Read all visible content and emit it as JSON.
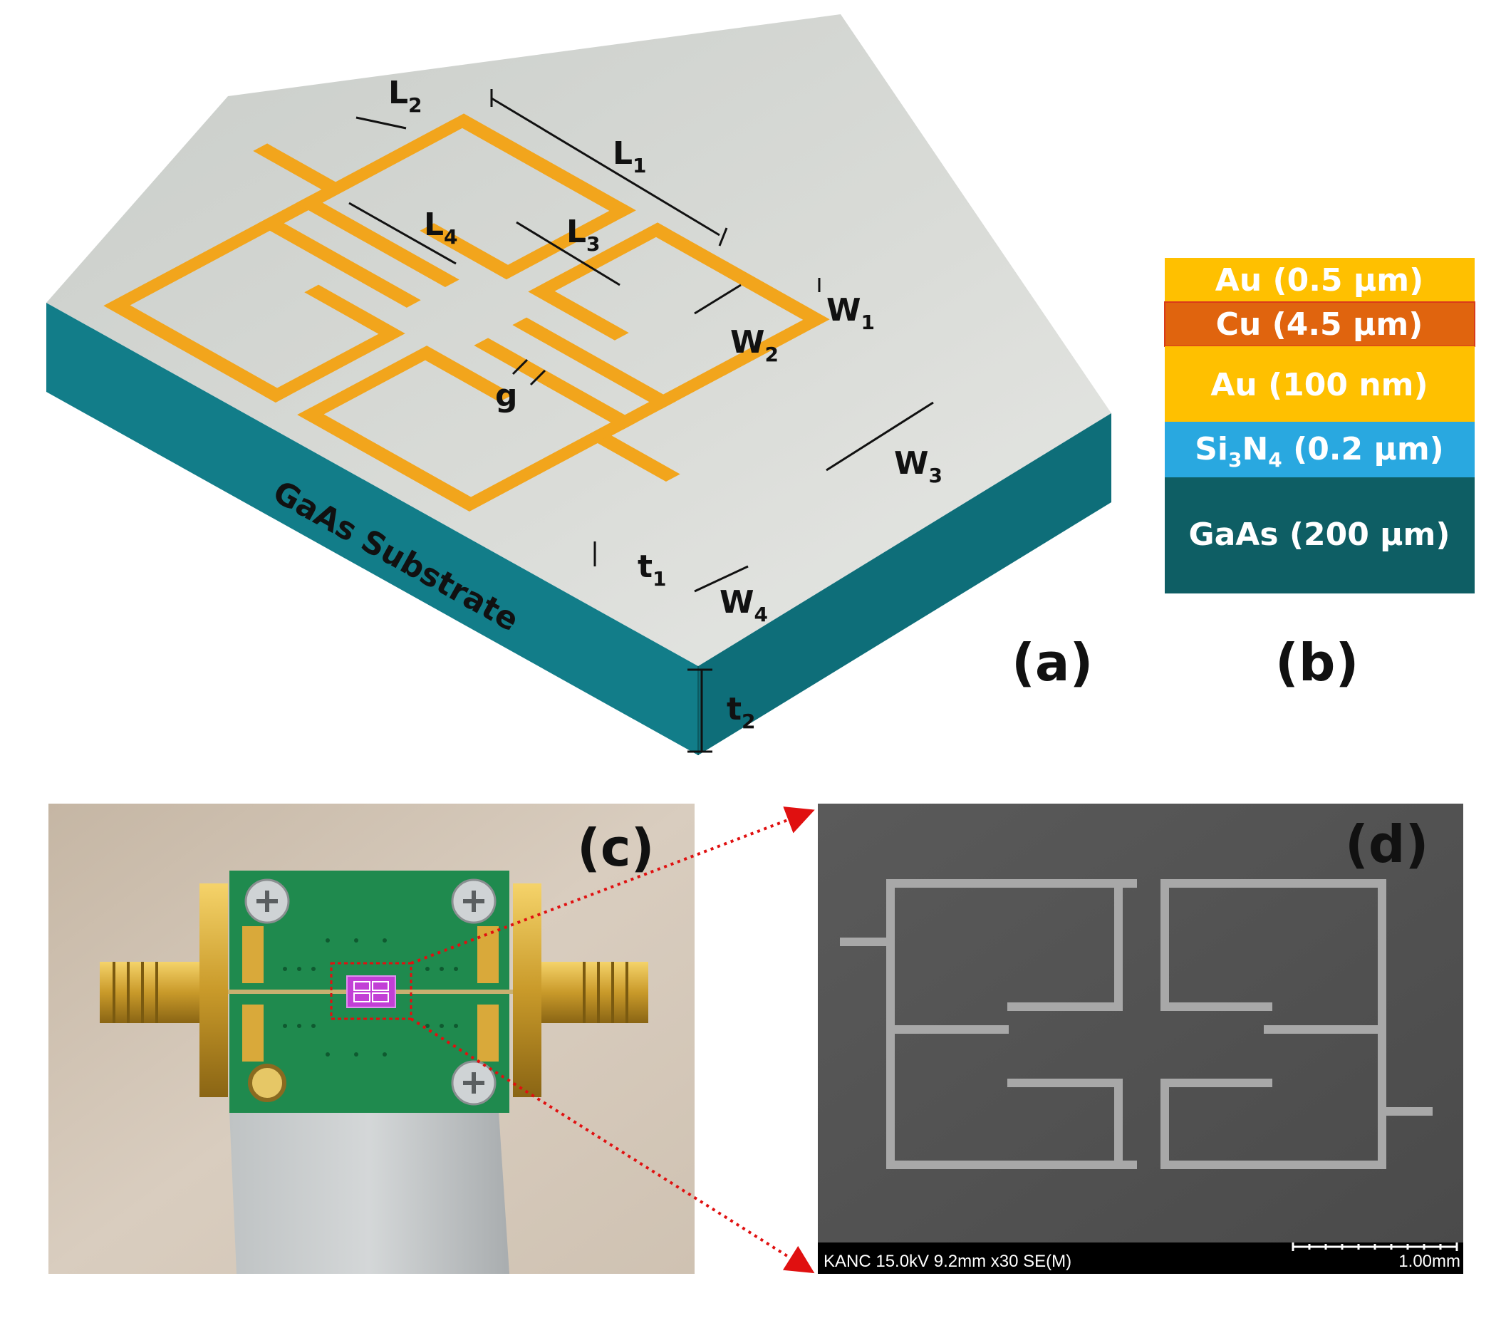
{
  "panels": {
    "a": "(a)",
    "b": "(b)",
    "c": "(c)",
    "d": "(d)"
  },
  "diagram_a": {
    "substrate_label": "GaAs Substrate",
    "dimensions": {
      "L1": {
        "main": "L",
        "sub": "1"
      },
      "L2": {
        "main": "L",
        "sub": "2"
      },
      "L3": {
        "main": "L",
        "sub": "3"
      },
      "L4": {
        "main": "L",
        "sub": "4"
      },
      "W1": {
        "main": "W",
        "sub": "1"
      },
      "W2": {
        "main": "W",
        "sub": "2"
      },
      "W3": {
        "main": "W",
        "sub": "3"
      },
      "W4": {
        "main": "W",
        "sub": "4"
      },
      "t1": {
        "main": "t",
        "sub": "1"
      },
      "t2": {
        "main": "t",
        "sub": "2"
      },
      "g": {
        "main": "g",
        "sub": ""
      }
    },
    "colors": {
      "metal": "#f2a51c",
      "substrate_top": "#d4d7d3",
      "substrate_side": "#137f8c"
    }
  },
  "layer_stack": [
    {
      "pre": "Au (0.5 µm)",
      "sub": "",
      "post": "",
      "color": "#ffc000",
      "text_color": "#ffffff"
    },
    {
      "pre": "Cu (4.5 µm)",
      "sub": "",
      "post": "",
      "color": "#e0640e",
      "text_color": "#ffffff"
    },
    {
      "pre": "Au (100 nm)",
      "sub": "",
      "post": "",
      "color": "#ffc000",
      "text_color": "#ffffff"
    },
    {
      "pre": "Si",
      "sub": "3",
      "post": "N",
      "sub2": "4",
      "post2": " (0.2 µm)",
      "color": "#29a8e0",
      "text_color": "#ffffff"
    },
    {
      "pre": "GaAs (200 µm)",
      "sub": "",
      "post": "",
      "color": "#0e5e64",
      "text_color": "#ffffff"
    }
  ],
  "sem": {
    "info": "KANC 15.0kV 9.2mm x30 SE(M)",
    "scale": "1.00mm"
  }
}
